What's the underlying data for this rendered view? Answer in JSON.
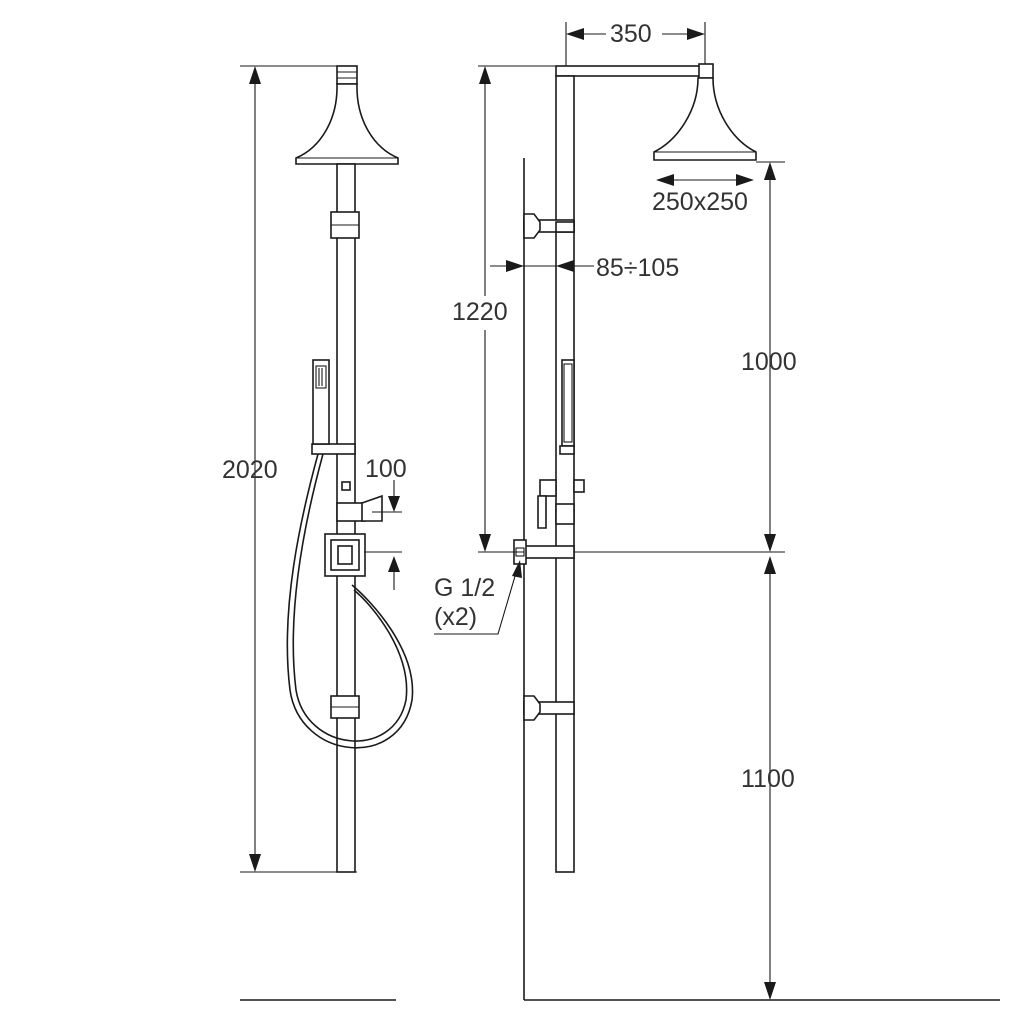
{
  "dimensions": {
    "total_height": "2020",
    "mixer_offset": "100",
    "arm_length": "350",
    "head_size": "250x250",
    "wall_distance": "85÷105",
    "column_height": "1220",
    "head_to_inlet": "1000",
    "inlet_height": "1100",
    "connection_thread": "G 1/2",
    "connection_count": "(x2)"
  },
  "colors": {
    "line": "#1a1a1a",
    "text": "#333333",
    "background": "#ffffff"
  }
}
